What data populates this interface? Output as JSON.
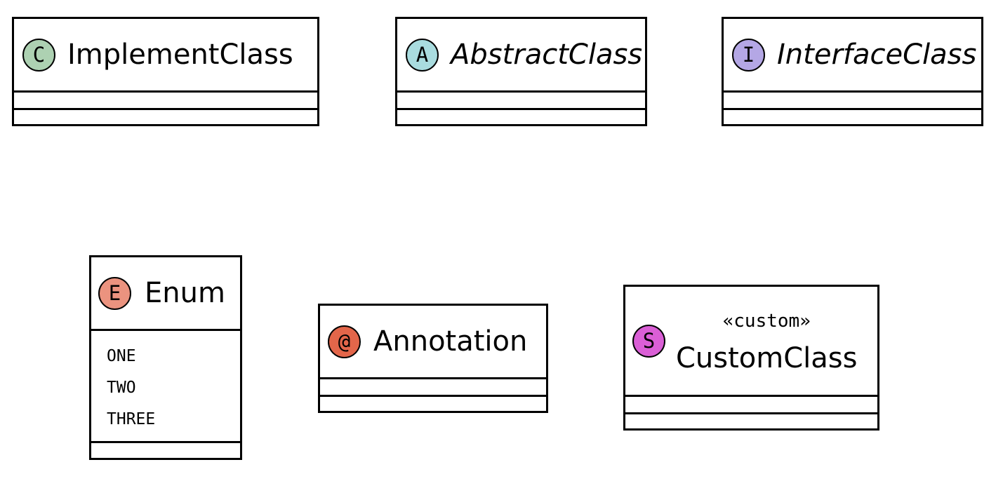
{
  "colors": {
    "class_badge": "#ADD1B2",
    "abstract_badge": "#A9DCDF",
    "interface_badge": "#B4A7E5",
    "enum_badge": "#EB937F",
    "annotation_badge": "#E3664A",
    "custom_badge": "#DA5FD6",
    "border": "#000000"
  },
  "classes": {
    "implement": {
      "badge": "C",
      "name": "ImplementClass"
    },
    "abstract": {
      "badge": "A",
      "name": "AbstractClass"
    },
    "interface": {
      "badge": "I",
      "name": "InterfaceClass"
    },
    "enum": {
      "badge": "E",
      "name": "Enum",
      "values": [
        "ONE",
        "TWO",
        "THREE"
      ]
    },
    "annotation": {
      "badge": "@",
      "name": "Annotation"
    },
    "custom": {
      "badge": "S",
      "stereotype": "«custom»",
      "name": "CustomClass"
    }
  }
}
